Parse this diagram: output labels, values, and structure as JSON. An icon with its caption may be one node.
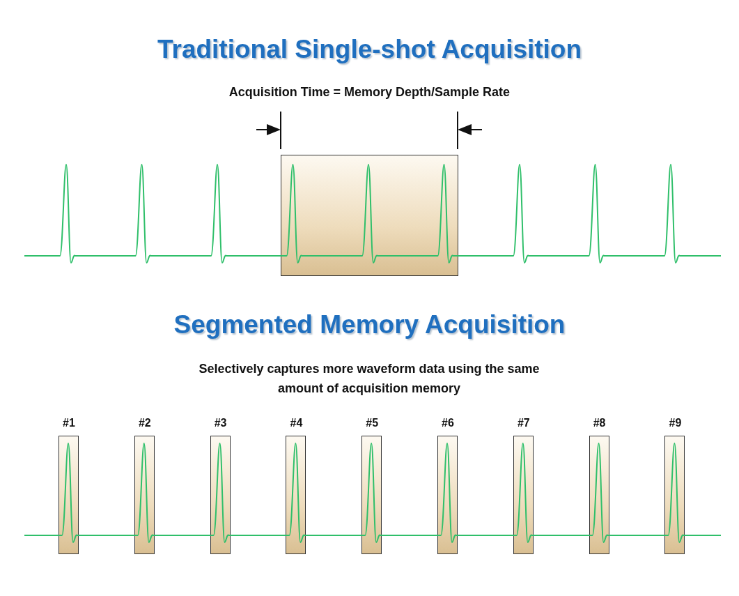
{
  "diagram": {
    "nodes": [
      {
        "text": [],
        "shape": "box"
      },
      {
        "text": [
          "#1"
        ]
      },
      {
        "text": [
          "#2"
        ]
      },
      {
        "text": [
          "#3"
        ]
      },
      {
        "text": [
          "#4"
        ]
      },
      {
        "text": [
          "#5"
        ]
      },
      {
        "text": [
          "#6"
        ]
      },
      {
        "text": [
          "#7"
        ]
      },
      {
        "text": [
          "#8"
        ]
      },
      {
        "text": [
          "#9"
        ]
      }
    ],
    "edges": [],
    "labels": [
      "Traditional Single-shot Acquisition",
      "Acquisition Time = Memory Depth/Sample Rate",
      "Segmented Memory Acquisition",
      "Selectively captures more waveform data using the same amount of acquisition memory"
    ]
  }
}
